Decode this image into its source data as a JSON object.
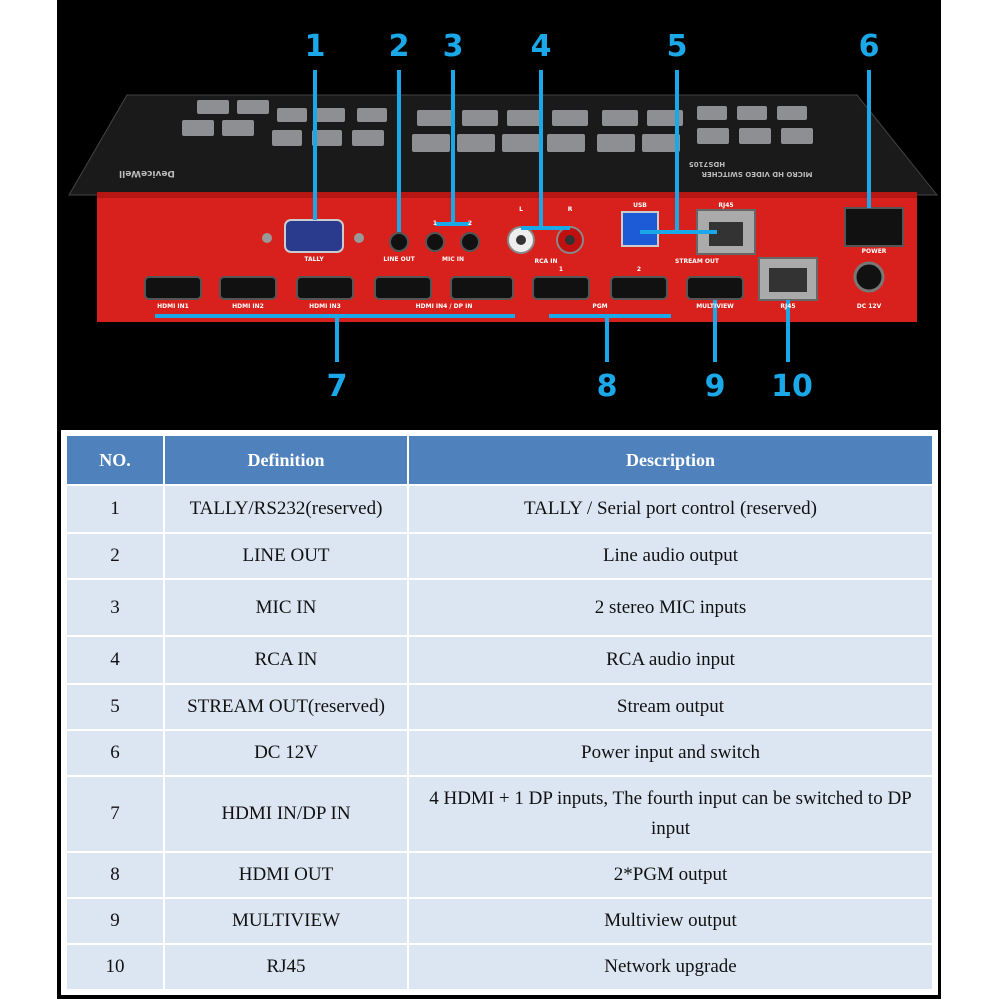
{
  "image": {
    "callouts": [
      "1",
      "2",
      "3",
      "4",
      "5",
      "6",
      "7",
      "8",
      "9",
      "10"
    ],
    "brand": "DeviceWell",
    "model_text": "MICRO HD VIDEO SWITCHER",
    "model_code": "HDS7105",
    "port_labels": {
      "tally": "TALLY",
      "line_out": "LINE OUT",
      "mic_in": "MIC IN",
      "rca_l": "L",
      "rca_r": "R",
      "rca_in": "RCA IN",
      "usb": "USB",
      "rj45_top": "RJ45",
      "stream_out": "STREAM OUT",
      "power": "POWER",
      "hdmi_in1": "HDMI IN1",
      "hdmi_in2": "HDMI IN2",
      "hdmi_in3": "HDMI IN3",
      "hdmi_in4_dp": "HDMI IN4 / DP IN",
      "pgm": "PGM",
      "multiview": "MULTIVIEW",
      "rj45_bottom": "RJ45",
      "dc12v": "DC 12V",
      "mic1": "1",
      "mic2": "2",
      "pgm1": "1",
      "pgm2": "2"
    }
  },
  "table": {
    "headers": [
      "NO.",
      "Definition",
      "Description"
    ],
    "rows": [
      {
        "no": "1",
        "definition": "TALLY/RS232(reserved)",
        "description": "TALLY / Serial port control (reserved)"
      },
      {
        "no": "2",
        "definition": "LINE OUT",
        "description": "Line audio output"
      },
      {
        "no": "3",
        "definition": "MIC IN",
        "description": "2 stereo MIC inputs"
      },
      {
        "no": "4",
        "definition": "RCA IN",
        "description": "RCA audio input"
      },
      {
        "no": "5",
        "definition": "STREAM OUT(reserved)",
        "description": "Stream output"
      },
      {
        "no": "6",
        "definition": "DC 12V",
        "description": "Power input and switch"
      },
      {
        "no": "7",
        "definition": "HDMI IN/DP IN",
        "description": "4 HDMI + 1 DP inputs, The fourth input can be switched to DP input"
      },
      {
        "no": "8",
        "definition": "HDMI OUT",
        "description": "2*PGM output"
      },
      {
        "no": "9",
        "definition": "MULTIVIEW",
        "description": "Multiview output"
      },
      {
        "no": "10",
        "definition": "RJ45",
        "description": "Network upgrade"
      }
    ]
  },
  "colors": {
    "callout_blue": "#1aa8e8",
    "device_red": "#d8211c",
    "header_blue": "#4f81bd",
    "cell_bg": "#dce6f2"
  }
}
